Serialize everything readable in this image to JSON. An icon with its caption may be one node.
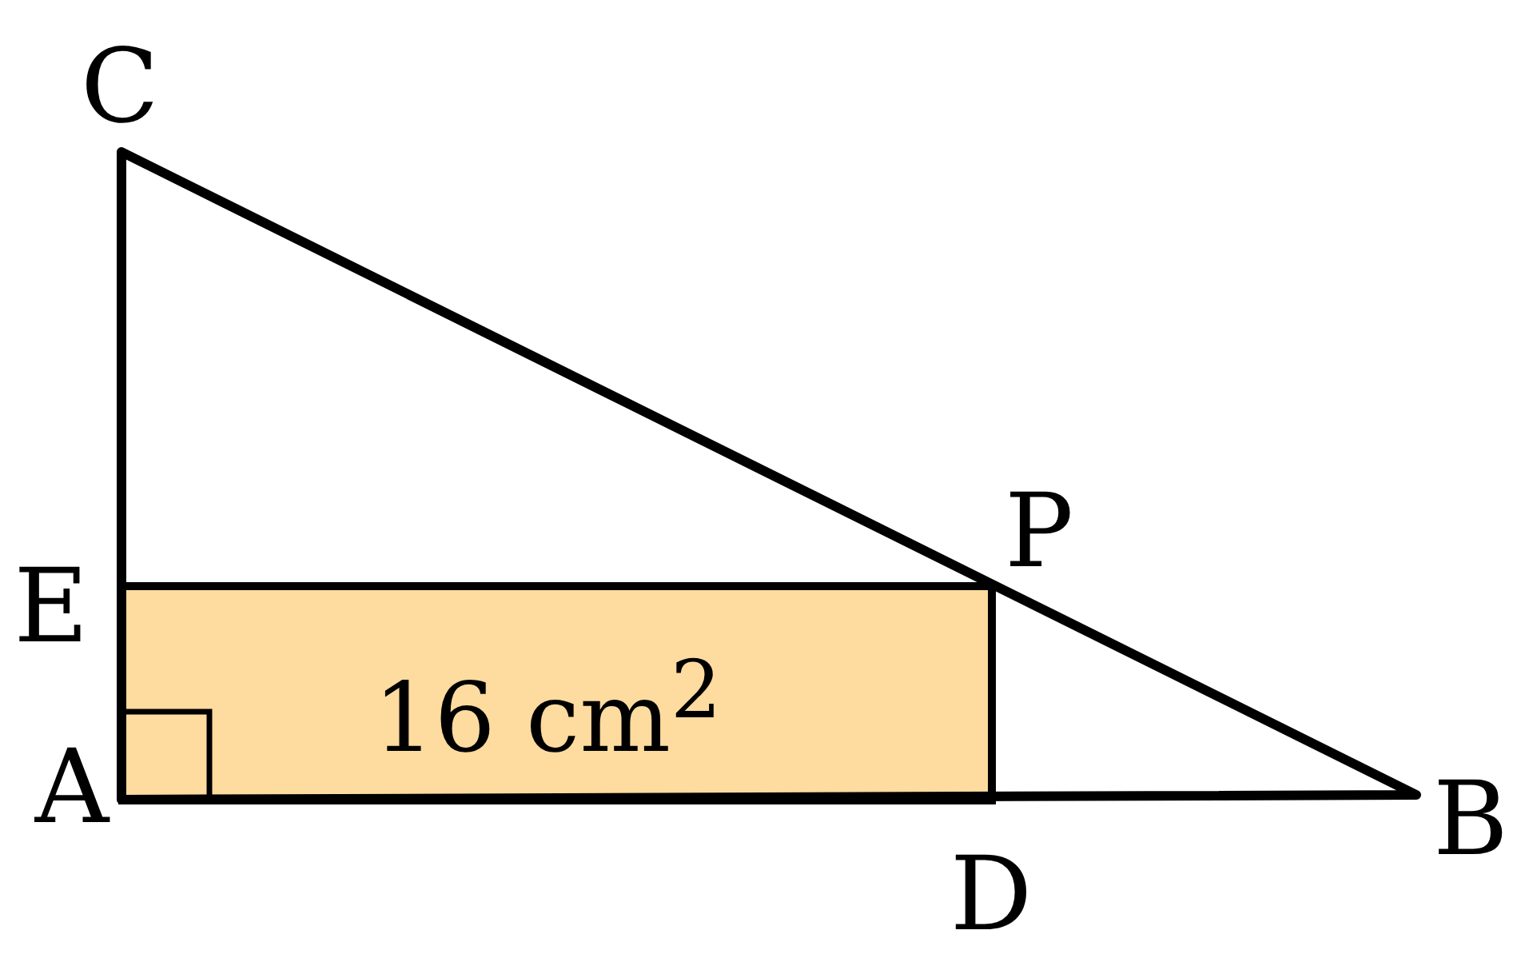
{
  "diagram": {
    "nodes": [
      {
        "text": [
          "16 cm$^{2}$"
        ]
      }
    ],
    "labels": [
      "C",
      "E",
      "P",
      "A",
      "D",
      "B"
    ]
  }
}
